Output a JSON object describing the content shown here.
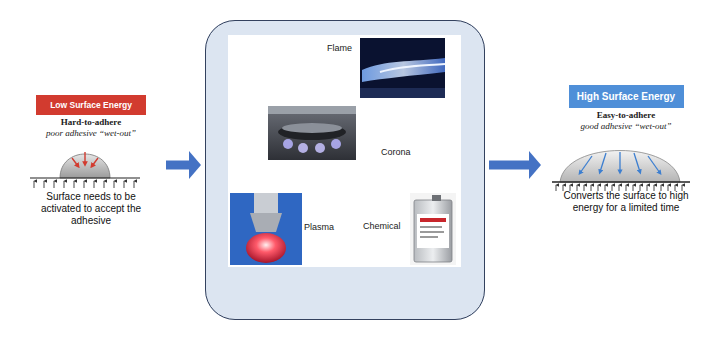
{
  "diagram": {
    "nodes": [
      {
        "text": [
          "Low Surface Energy",
          "Hard-to-adhere",
          "poor adhesive “wet-out”",
          "Surface needs to be activated to accept the adhesive"
        ]
      },
      {
        "text": [
          "Flame",
          "Corona",
          "Plasma",
          "Chemical"
        ]
      },
      {
        "text": [
          "High Surface Energy",
          "Easy-to-adhere",
          "good adhesive “wet-out”",
          "Converts the surface to high energy for a limited time"
        ]
      }
    ],
    "edges": [
      {
        "from": 0,
        "to": 1,
        "arrow": "to"
      },
      {
        "from": 1,
        "to": 2,
        "arrow": "to"
      }
    ]
  }
}
